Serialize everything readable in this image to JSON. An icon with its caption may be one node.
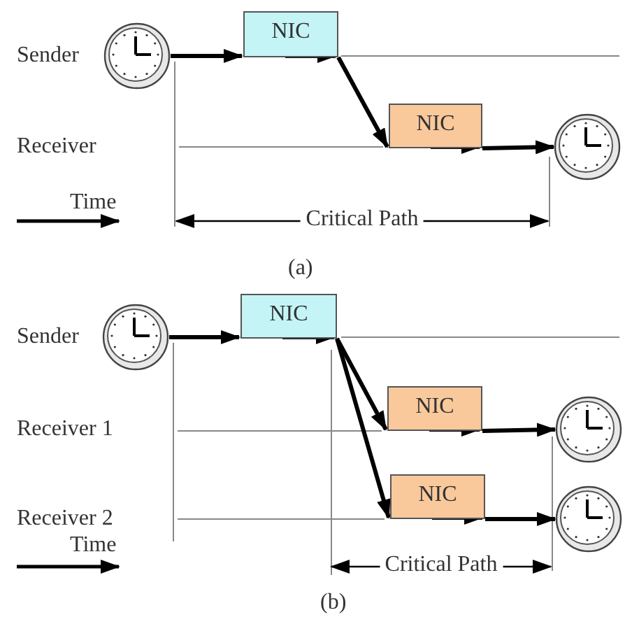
{
  "diagram": {
    "nodes": [
      {
        "text": [],
        "shape": "clock"
      },
      {
        "text": [
          "NIC"
        ]
      },
      {
        "text": [
          "NIC"
        ]
      },
      {
        "text": [],
        "shape": "clock"
      },
      {
        "text": [],
        "shape": "clock"
      },
      {
        "text": [
          "NIC"
        ]
      },
      {
        "text": [
          "NIC"
        ]
      },
      {
        "text": [
          "NIC"
        ]
      },
      {
        "text": [],
        "shape": "clock"
      },
      {
        "text": [],
        "shape": "clock"
      }
    ],
    "edges": [
      {
        "from": 0,
        "to": 1,
        "arrow": "to"
      },
      {
        "from": 1,
        "to": 2,
        "arrow": "to"
      },
      {
        "from": 2,
        "to": 3,
        "arrow": "to"
      },
      {
        "from": 4,
        "to": 5,
        "arrow": "to"
      },
      {
        "from": 5,
        "to": 6,
        "arrow": "to"
      },
      {
        "from": 5,
        "to": 7,
        "arrow": "to"
      },
      {
        "from": 6,
        "to": 8,
        "arrow": "to"
      },
      {
        "from": 7,
        "to": 9,
        "arrow": "to"
      }
    ],
    "labels": [
      "Sender",
      "Receiver",
      "Time",
      "Critical Path",
      "(a)",
      "Sender",
      "Receiver 1",
      "Receiver 2",
      "Time",
      "Critical Path",
      "(b)"
    ]
  }
}
